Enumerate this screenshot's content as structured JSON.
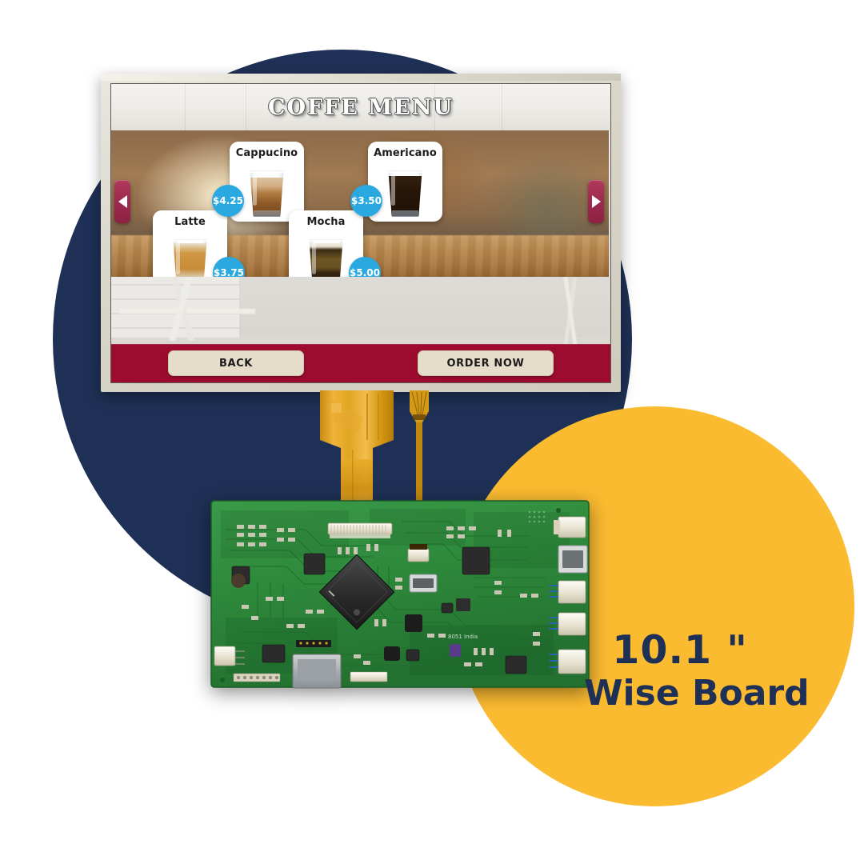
{
  "brand": {
    "size_label": "10.1 \"",
    "product_name": "Wise Board",
    "navy": "#1e3055",
    "yellow": "#fbbb31"
  },
  "screen": {
    "title": "COFFE MENU",
    "accent_maroon": "#9d0c2f",
    "badge_color": "#2aa9e0",
    "nav": {
      "prev_icon": "chevron-left-icon",
      "next_icon": "chevron-right-icon"
    },
    "products": [
      {
        "name": "Cappucino",
        "price": "$4.25",
        "badge_side": "left",
        "cup": "latte-layered",
        "fill_top": "#d9b993",
        "fill_mid": "#c39760",
        "fill_bottom": "#7b4a22"
      },
      {
        "name": "Americano",
        "price": "$3.50",
        "badge_side": "left",
        "cup": "black-coffee",
        "fill_top": "#2c1a0c",
        "fill_mid": "#23140a",
        "fill_bottom": "#1a0f07"
      },
      {
        "name": "Latte",
        "price": "$3.75",
        "badge_side": "right",
        "cup": "latte",
        "fill_top": "#e4e0d6",
        "fill_mid": "#c98f3f",
        "fill_bottom": "#e8e4da"
      },
      {
        "name": "Mocha",
        "price": "$5.00",
        "badge_side": "right",
        "cup": "mocha-layered",
        "fill_top": "#efeae0",
        "fill_mid": "#6b5326",
        "fill_bottom": "#3a2710"
      }
    ],
    "actions": {
      "back_label": "BACK",
      "order_label": "ORDER NOW"
    }
  },
  "hardware": {
    "pcb_color": "#2f8a3d",
    "ribbon_color": "#d4920f",
    "silkscreen": "8051 India"
  }
}
